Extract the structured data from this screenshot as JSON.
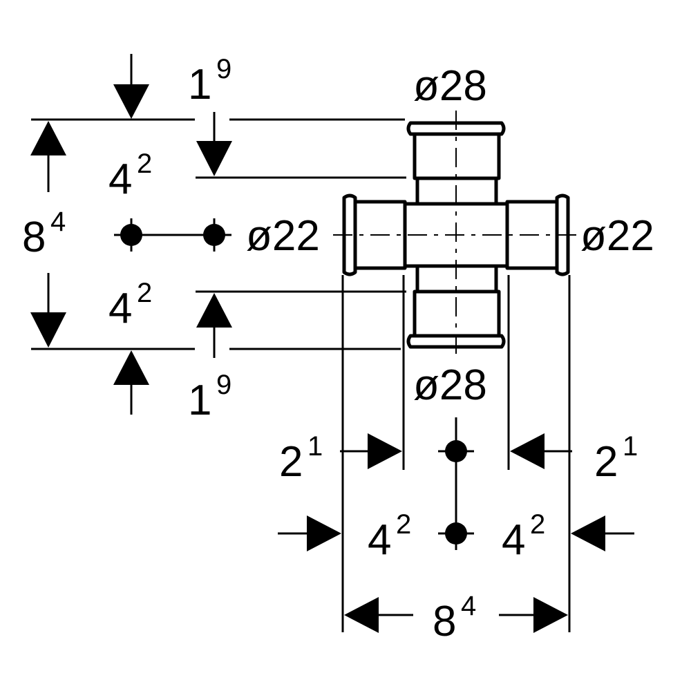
{
  "dimensions": {
    "top_offset": {
      "base": "1",
      "sup": "9"
    },
    "bottom_offset": {
      "base": "1",
      "sup": "9"
    },
    "upper_half": {
      "base": "4",
      "sup": "2"
    },
    "lower_half": {
      "base": "4",
      "sup": "2"
    },
    "total_height": {
      "base": "8",
      "sup": "4"
    },
    "left_offset": {
      "base": "2",
      "sup": "1"
    },
    "right_offset": {
      "base": "2",
      "sup": "1"
    },
    "left_half": {
      "base": "4",
      "sup": "2"
    },
    "right_half": {
      "base": "4",
      "sup": "2"
    },
    "total_width": {
      "base": "8",
      "sup": "4"
    },
    "diameter_top": "ø28",
    "diameter_bottom": "ø28",
    "diameter_left": "ø22",
    "diameter_right": "ø22"
  },
  "colors": {
    "stroke": "#000000",
    "background": "#ffffff"
  }
}
